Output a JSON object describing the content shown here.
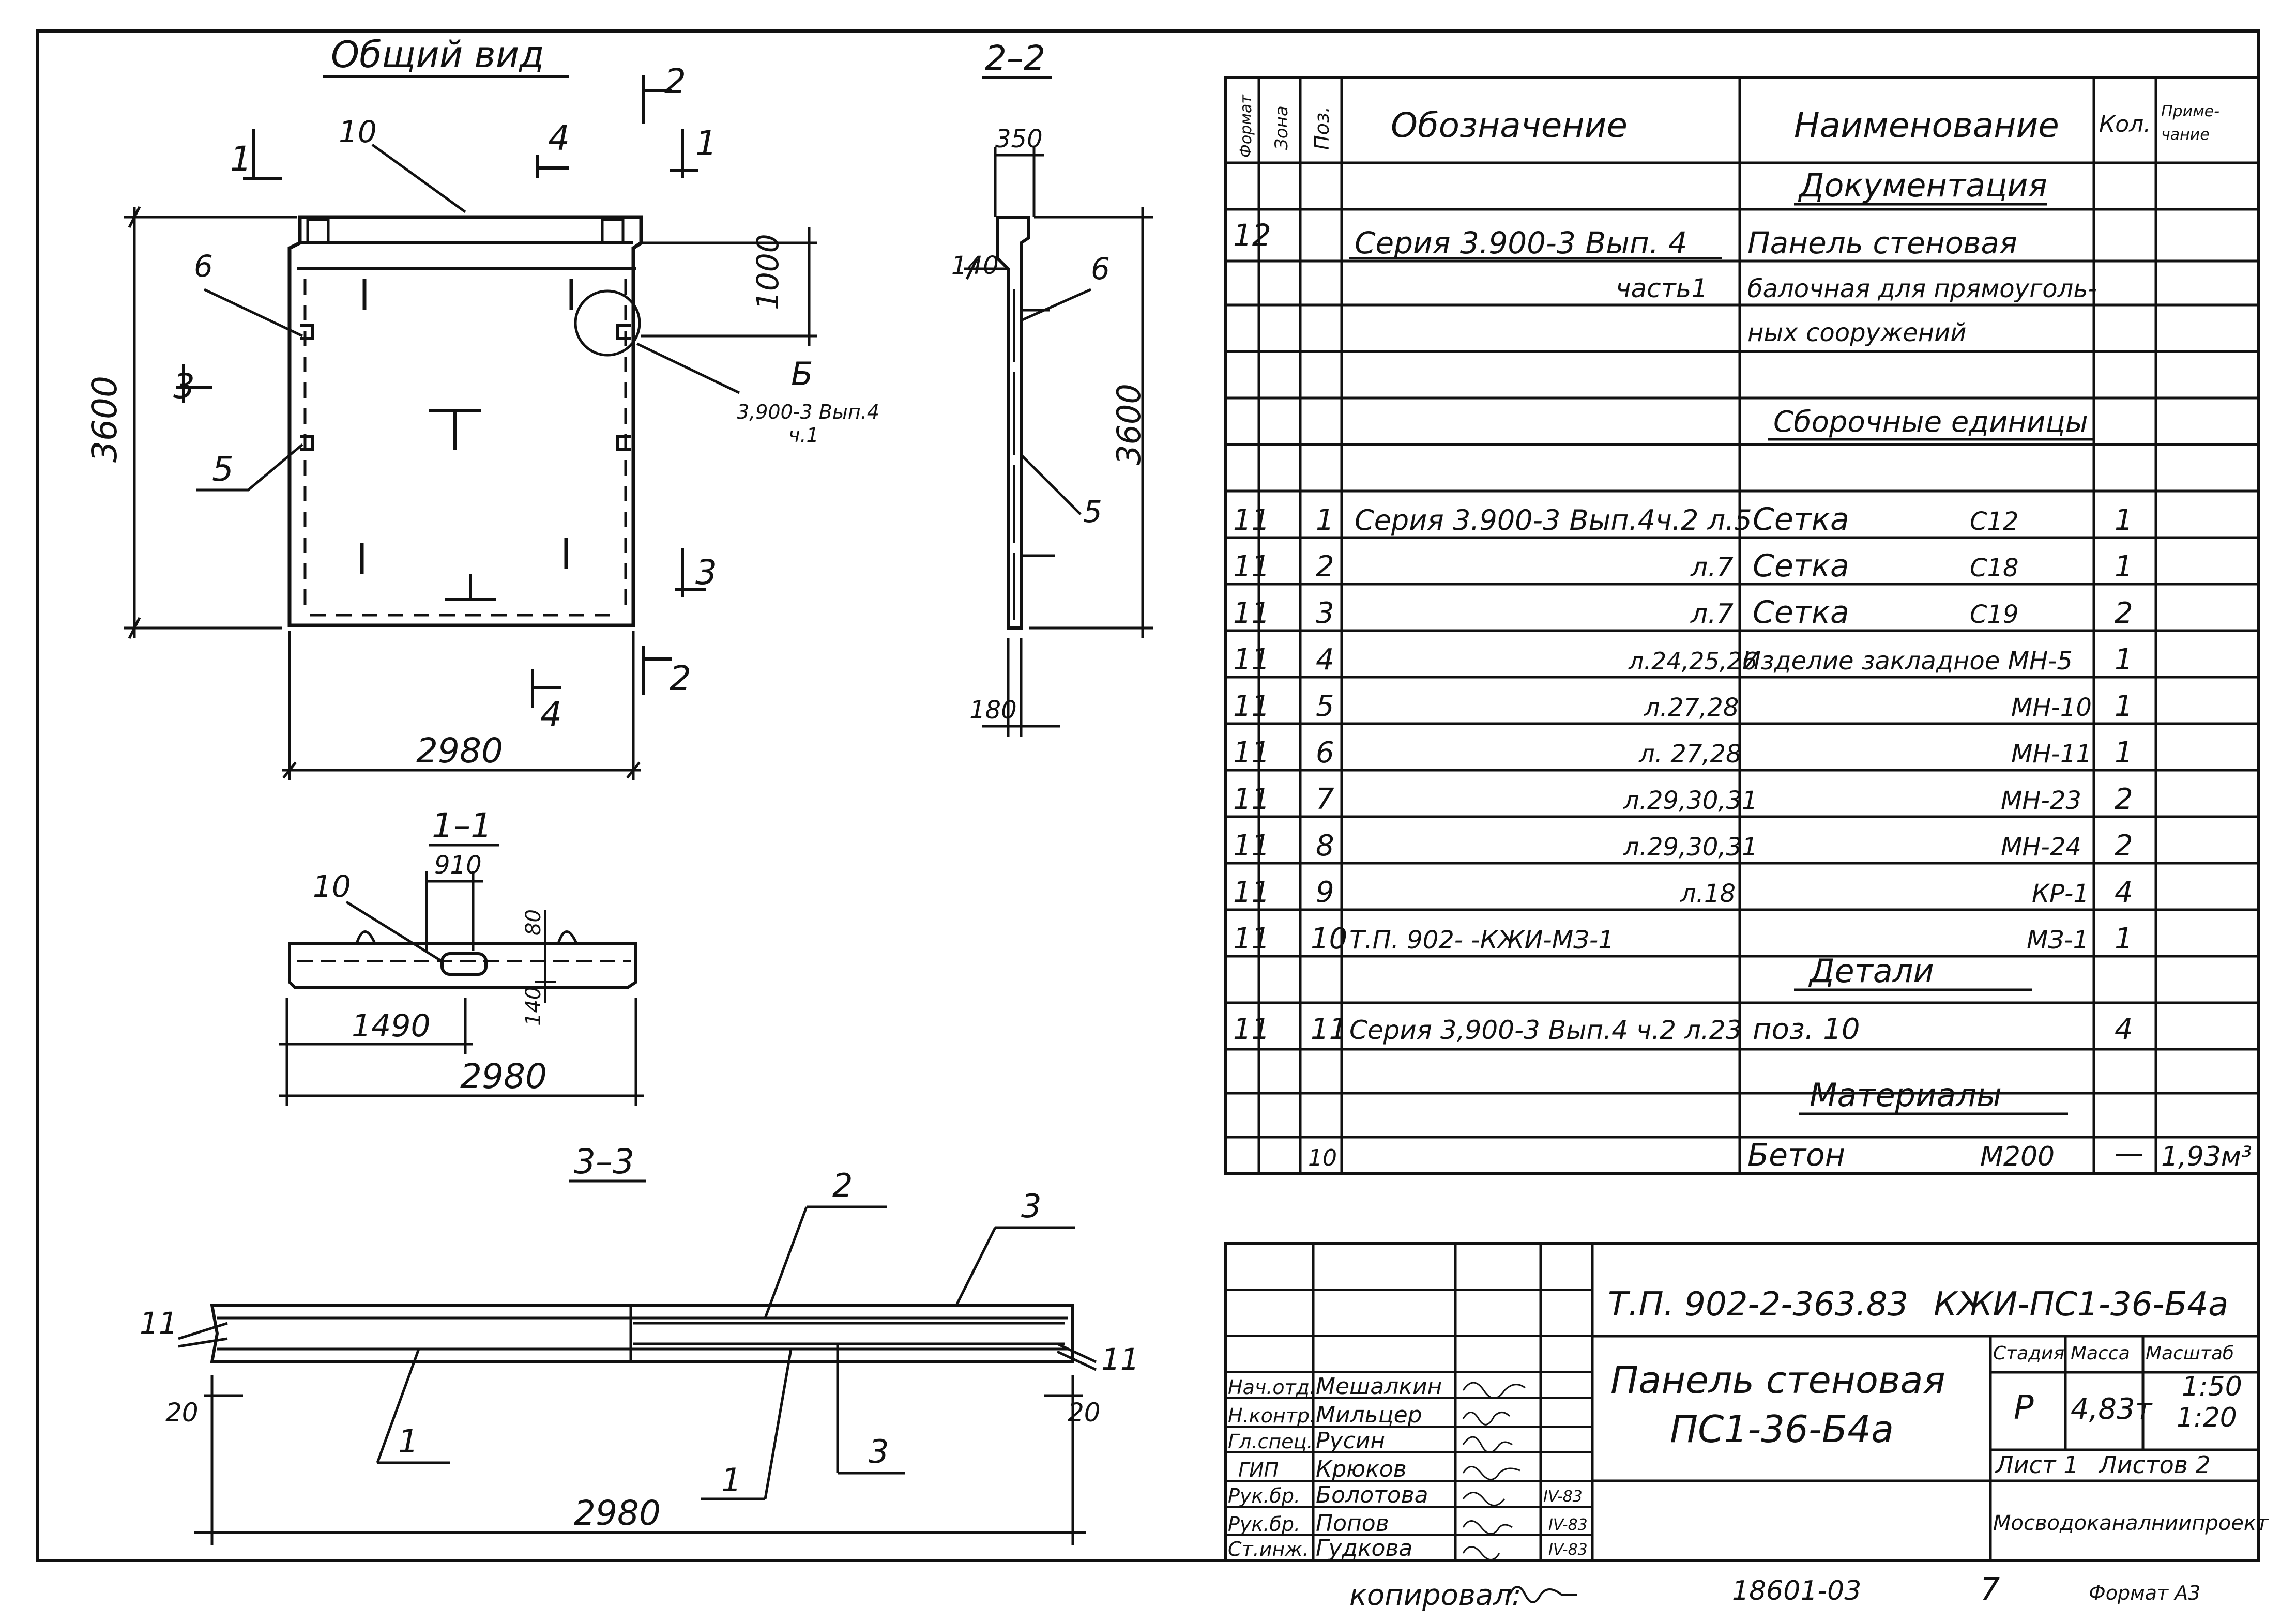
{
  "general_view": {
    "title": "Общий вид",
    "detail_label": "Б",
    "detail_ref": "3,900-3 Вып.4",
    "detail_ref_part": "ч.1",
    "callout_10": "10",
    "callout_6": "6",
    "callout_5": "5",
    "dim_height": "3600",
    "dim_top": "1000",
    "dim_width": "2980",
    "cut_1": "1",
    "cut_2": "2",
    "cut_3": "3",
    "cut_4": "4"
  },
  "section_2_2": {
    "title": "2–2",
    "dim_350": "350",
    "dim_140": "140",
    "callout_6": "6",
    "callout_5": "5",
    "dim_height": "3600",
    "dim_180": "180"
  },
  "section_1_1": {
    "title": "1–1",
    "dim_910": "910",
    "callout_10": "10",
    "dim_80": "80",
    "dim_140": "140",
    "dim_1490": "1490",
    "dim_2980": "2980"
  },
  "section_3_3": {
    "title": "3–3",
    "callout_1": "1",
    "callout_2": "2",
    "callout_3": "3",
    "callout_11": "11",
    "dim_20": "20",
    "dim_2980": "2980"
  },
  "spec_table": {
    "headers": {
      "format": "Формат",
      "zone": "Зона",
      "pos": "Поз.",
      "designation": "Обозначение",
      "name": "Наименование",
      "qty": "Кол.",
      "note": "Приме-",
      "note_2": "чание"
    },
    "sections": {
      "documentation": "Документация",
      "assembly": "Сборочные единицы",
      "details": "Детали",
      "materials": "Материалы"
    },
    "documentation": {
      "format": "12",
      "designation": "Серия 3.900-3 Вып. 4",
      "designation_part": "часть1",
      "name_1": "Панель стеновая",
      "name_2": "балочная для прямоуголь-",
      "name_3": "ных сооружений"
    },
    "rows": [
      {
        "format": "11",
        "pos": "1",
        "designation": "Серия 3.900-3 Вып.4ч.2 л.5",
        "name": "Сетка",
        "mark": "С12",
        "qty": "1"
      },
      {
        "format": "11",
        "pos": "2",
        "designation": "л.7",
        "name": "Сетка",
        "mark": "С18",
        "qty": "1"
      },
      {
        "format": "11",
        "pos": "3",
        "designation": "л.7",
        "name": "Сетка",
        "mark": "С19",
        "qty": "2"
      },
      {
        "format": "11",
        "pos": "4",
        "designation": "л.24,25,26",
        "name": "Изделие закладное МН-5",
        "qty": "1"
      },
      {
        "format": "11",
        "pos": "5",
        "designation": "л.27,28",
        "mark": "МН-10",
        "qty": "1"
      },
      {
        "format": "11",
        "pos": "6",
        "designation": "л. 27,28",
        "mark": "МН-11",
        "qty": "1"
      },
      {
        "format": "11",
        "pos": "7",
        "designation": "л.29,30,31",
        "mark": "МН-23",
        "qty": "2"
      },
      {
        "format": "11",
        "pos": "8",
        "designation": "л.29,30,31",
        "mark": "МН-24",
        "qty": "2"
      },
      {
        "format": "11",
        "pos": "9",
        "designation": "л.18",
        "mark": "КР-1",
        "qty": "4"
      },
      {
        "format": "11",
        "pos": "10",
        "designation": "Т.П. 902-       -КЖИ-МЗ-1",
        "mark": "МЗ-1",
        "qty": "1"
      }
    ],
    "details_row": {
      "format": "11",
      "pos": "11",
      "designation": "Серия 3,900-3 Вып.4 ч.2 л.23",
      "name": "поз. 10",
      "qty": "4"
    },
    "materials_row": {
      "format": "10",
      "name": "Бетон",
      "mark": "М200",
      "qty": "—",
      "note": "1,93м³"
    }
  },
  "title_block": {
    "drawing_code": "Т.П. 902-2-363.83",
    "drawing_mark": "КЖИ-ПС1-36-Б4а",
    "name_1": "Панель стеновая",
    "name_2": "ПС1-36-Б4а",
    "stage_header": "Стадия",
    "mass_header": "Масса",
    "scale_header": "Масштаб",
    "stage": "Р",
    "mass": "4,83т",
    "scale_1": "1:50",
    "scale_2": "1:20",
    "sheet": "Лист 1",
    "sheets": "Листов 2",
    "organization": "Мосводоканалниипроект",
    "signers": [
      {
        "role": "Нач.отд.",
        "name": "Мешалкин"
      },
      {
        "role": "Н.контр.",
        "name": "Мильцер"
      },
      {
        "role": "Гл.спец.",
        "name": "Русин"
      },
      {
        "role": "ГИП",
        "name": "Крюков"
      },
      {
        "role": "Рук.бр.",
        "name": "Болотова",
        "date": "IV-83"
      },
      {
        "role": "Рук.бр.",
        "name": "Попов",
        "date": "IV-83"
      },
      {
        "role": "Ст.инж.",
        "name": "Гудкова",
        "date": "IV-83"
      }
    ]
  },
  "footer": {
    "copied_by": "копировал:",
    "archive_number": "18601-03",
    "sheet_number": "7",
    "format_label": "Формат А3"
  }
}
